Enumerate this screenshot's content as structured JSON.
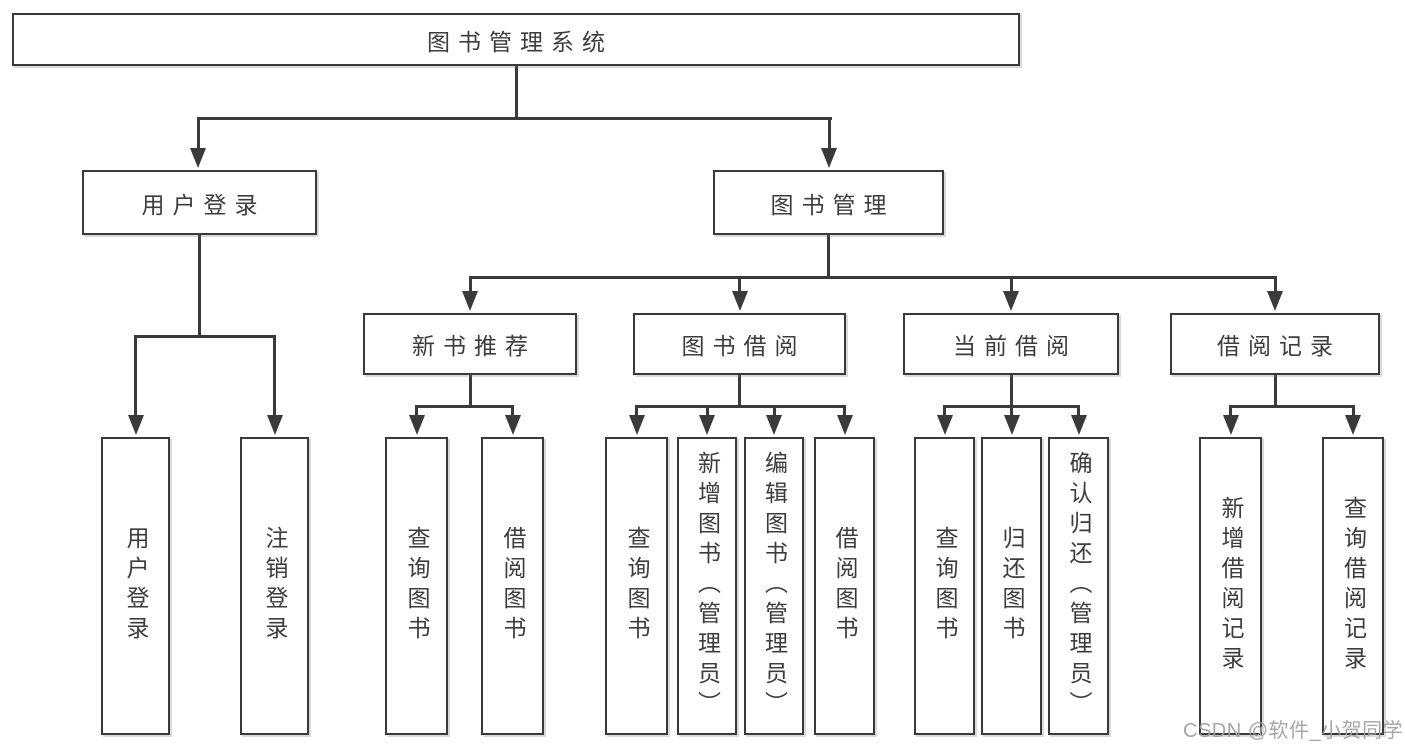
{
  "colors": {
    "line": "#3a3a3a",
    "node_border": "#3a3a3a",
    "node_text": "#3d3d3d",
    "background": "#ffffff",
    "watermark": "#9e9e9e"
  },
  "watermark": {
    "text": "CSDN @软件_小贺同学"
  },
  "tree": {
    "label": "图书管理系统",
    "children": [
      {
        "label": "用户登录",
        "children": [
          {
            "label": "用户登录"
          },
          {
            "label": "注销登录"
          }
        ]
      },
      {
        "label": "图书管理",
        "children": [
          {
            "label": "新书推荐",
            "children": [
              {
                "label": "查询图书"
              },
              {
                "label": "借阅图书"
              }
            ]
          },
          {
            "label": "图书借阅",
            "children": [
              {
                "label": "查询图书"
              },
              {
                "label": "新增图书（管理员）"
              },
              {
                "label": "编辑图书（管理员）"
              },
              {
                "label": "借阅图书"
              }
            ]
          },
          {
            "label": "当前借阅",
            "children": [
              {
                "label": "查询图书"
              },
              {
                "label": "归还图书"
              },
              {
                "label": "确认归还（管理员）"
              }
            ]
          },
          {
            "label": "借阅记录",
            "children": [
              {
                "label": "新增借阅记录"
              },
              {
                "label": "查询借阅记录"
              }
            ]
          }
        ]
      }
    ]
  }
}
